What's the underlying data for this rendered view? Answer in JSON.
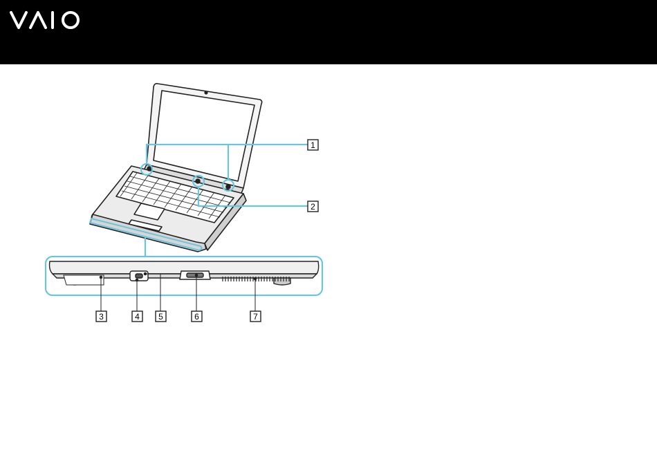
{
  "header": {
    "logo_text": "VAIO",
    "background": "#000000",
    "logo_color": "#ffffff"
  },
  "callouts": [
    {
      "id": "1",
      "label": "1"
    },
    {
      "id": "2",
      "label": "2"
    },
    {
      "id": "3",
      "label": "3"
    },
    {
      "id": "4",
      "label": "4"
    },
    {
      "id": "5",
      "label": "5"
    },
    {
      "id": "6",
      "label": "6"
    },
    {
      "id": "7",
      "label": "7"
    }
  ],
  "colors": {
    "callout_line": "#6cc4dd",
    "outline": "#222222",
    "body_fill": "#e8e8e8"
  }
}
